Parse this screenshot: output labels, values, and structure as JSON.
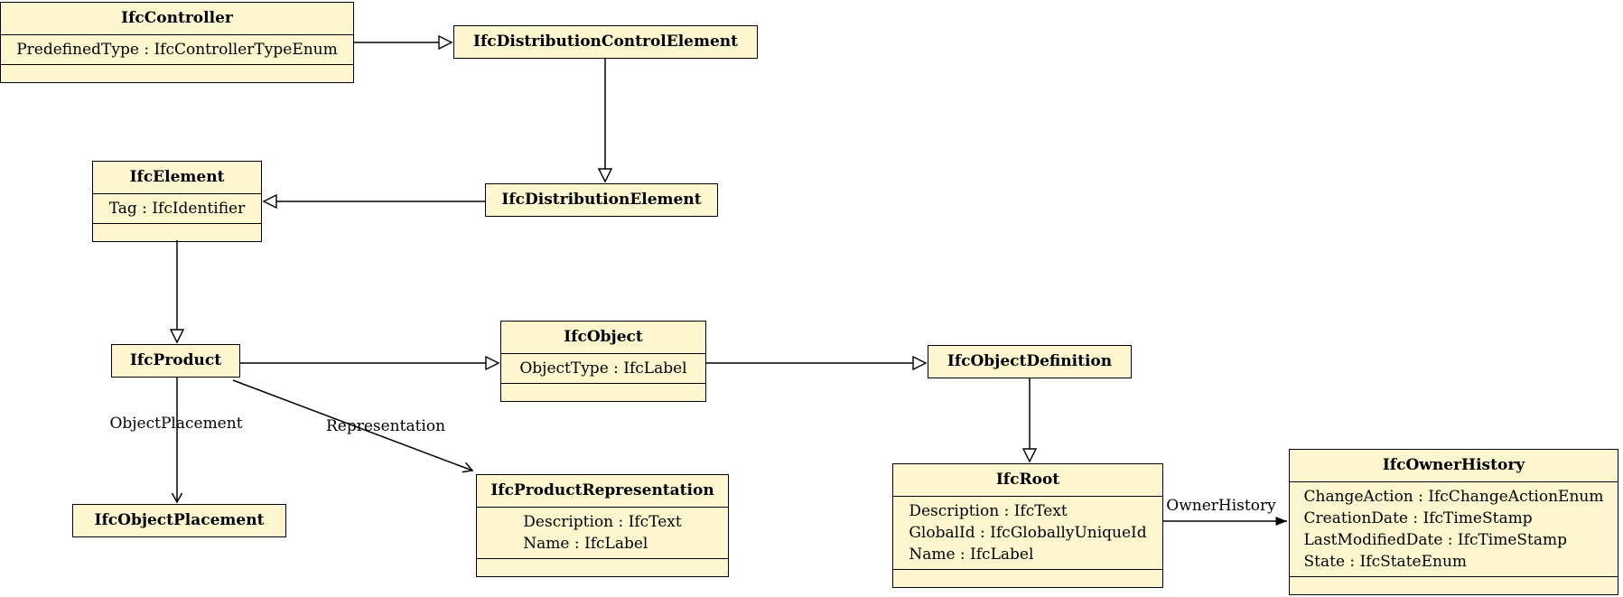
{
  "diagram": {
    "kind": "uml-class-diagram",
    "subject": "IFC class hierarchy",
    "box_fill_color": "#FDF6CE",
    "box_border_color": "#000000",
    "background_color": "#ffffff",
    "text_color": "#000000"
  },
  "classes": {
    "controller": {
      "title": "IfcController",
      "attributes": [
        "PredefinedType : IfcControllerTypeEnum"
      ]
    },
    "distribution_control_element": {
      "title": "IfcDistributionControlElement",
      "attributes": []
    },
    "element": {
      "title": "IfcElement",
      "attributes": [
        "Tag : IfcIdentifier"
      ]
    },
    "distribution_element": {
      "title": "IfcDistributionElement",
      "attributes": []
    },
    "product": {
      "title": "IfcProduct",
      "attributes": []
    },
    "object": {
      "title": "IfcObject",
      "attributes": [
        "ObjectType : IfcLabel"
      ]
    },
    "object_definition": {
      "title": "IfcObjectDefinition",
      "attributes": []
    },
    "object_placement": {
      "title": "IfcObjectPlacement",
      "attributes": []
    },
    "product_representation": {
      "title": "IfcProductRepresentation",
      "attributes": [
        "Description : IfcText",
        "Name : IfcLabel"
      ]
    },
    "root": {
      "title": "IfcRoot",
      "attributes": [
        "Description : IfcText",
        "GlobalId : IfcGloballyUniqueId",
        "Name : IfcLabel"
      ]
    },
    "owner_history": {
      "title": "IfcOwnerHistory",
      "attributes": [
        "ChangeAction : IfcChangeActionEnum",
        "CreationDate : IfcTimeStamp",
        "LastModifiedDate : IfcTimeStamp",
        "State : IfcStateEnum"
      ]
    }
  },
  "edge_labels": {
    "object_placement": "ObjectPlacement",
    "representation": "Representation",
    "owner_history": "OwnerHistory"
  },
  "relationships": [
    {
      "from": "IfcController",
      "to": "IfcDistributionControlElement",
      "type": "generalization"
    },
    {
      "from": "IfcDistributionControlElement",
      "to": "IfcDistributionElement",
      "type": "generalization"
    },
    {
      "from": "IfcDistributionElement",
      "to": "IfcElement",
      "type": "generalization"
    },
    {
      "from": "IfcElement",
      "to": "IfcProduct",
      "type": "generalization"
    },
    {
      "from": "IfcProduct",
      "to": "IfcObject",
      "type": "generalization"
    },
    {
      "from": "IfcObject",
      "to": "IfcObjectDefinition",
      "type": "generalization"
    },
    {
      "from": "IfcObjectDefinition",
      "to": "IfcRoot",
      "type": "generalization"
    },
    {
      "from": "IfcProduct",
      "to": "IfcObjectPlacement",
      "type": "association",
      "label": "ObjectPlacement"
    },
    {
      "from": "IfcProduct",
      "to": "IfcProductRepresentation",
      "type": "association",
      "label": "Representation"
    },
    {
      "from": "IfcRoot",
      "to": "IfcOwnerHistory",
      "type": "association",
      "label": "OwnerHistory"
    }
  ]
}
